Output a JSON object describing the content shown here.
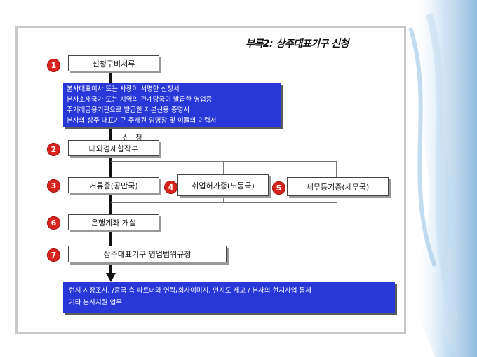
{
  "title": "부록2: 상주대표기구 신청",
  "steps": [
    {
      "num": "1",
      "label": "신청구비서류"
    },
    {
      "num": "2",
      "label": "대외경제합작부"
    },
    {
      "num": "3",
      "label": "거류증(공안국)"
    },
    {
      "num": "4",
      "label": "취업허가증(노동국)"
    },
    {
      "num": "5",
      "label": "세무등기증(세무국)"
    },
    {
      "num": "6",
      "label": "은행계좌 개설"
    },
    {
      "num": "7",
      "label": "상주대표기구 영업범위규정"
    }
  ],
  "documents": [
    "본사대표이사 또는 사장이 서명한 신청서",
    "본사소재국가 또는 지역의 관계당국이 발급한 영업증",
    "주거래금융기관으로 발급한 자본신용 증명서",
    "본사의 상주 대표기구 주재원 임명장 및 이들의 이력서"
  ],
  "apply_label": "신 청",
  "final_note": [
    "현지 시장조사. /중국 측 파트너와 연락/회사이미지, 인지도 제고 / 본사의 현지사업 통제",
    "기타 본사지원 업무."
  ]
}
